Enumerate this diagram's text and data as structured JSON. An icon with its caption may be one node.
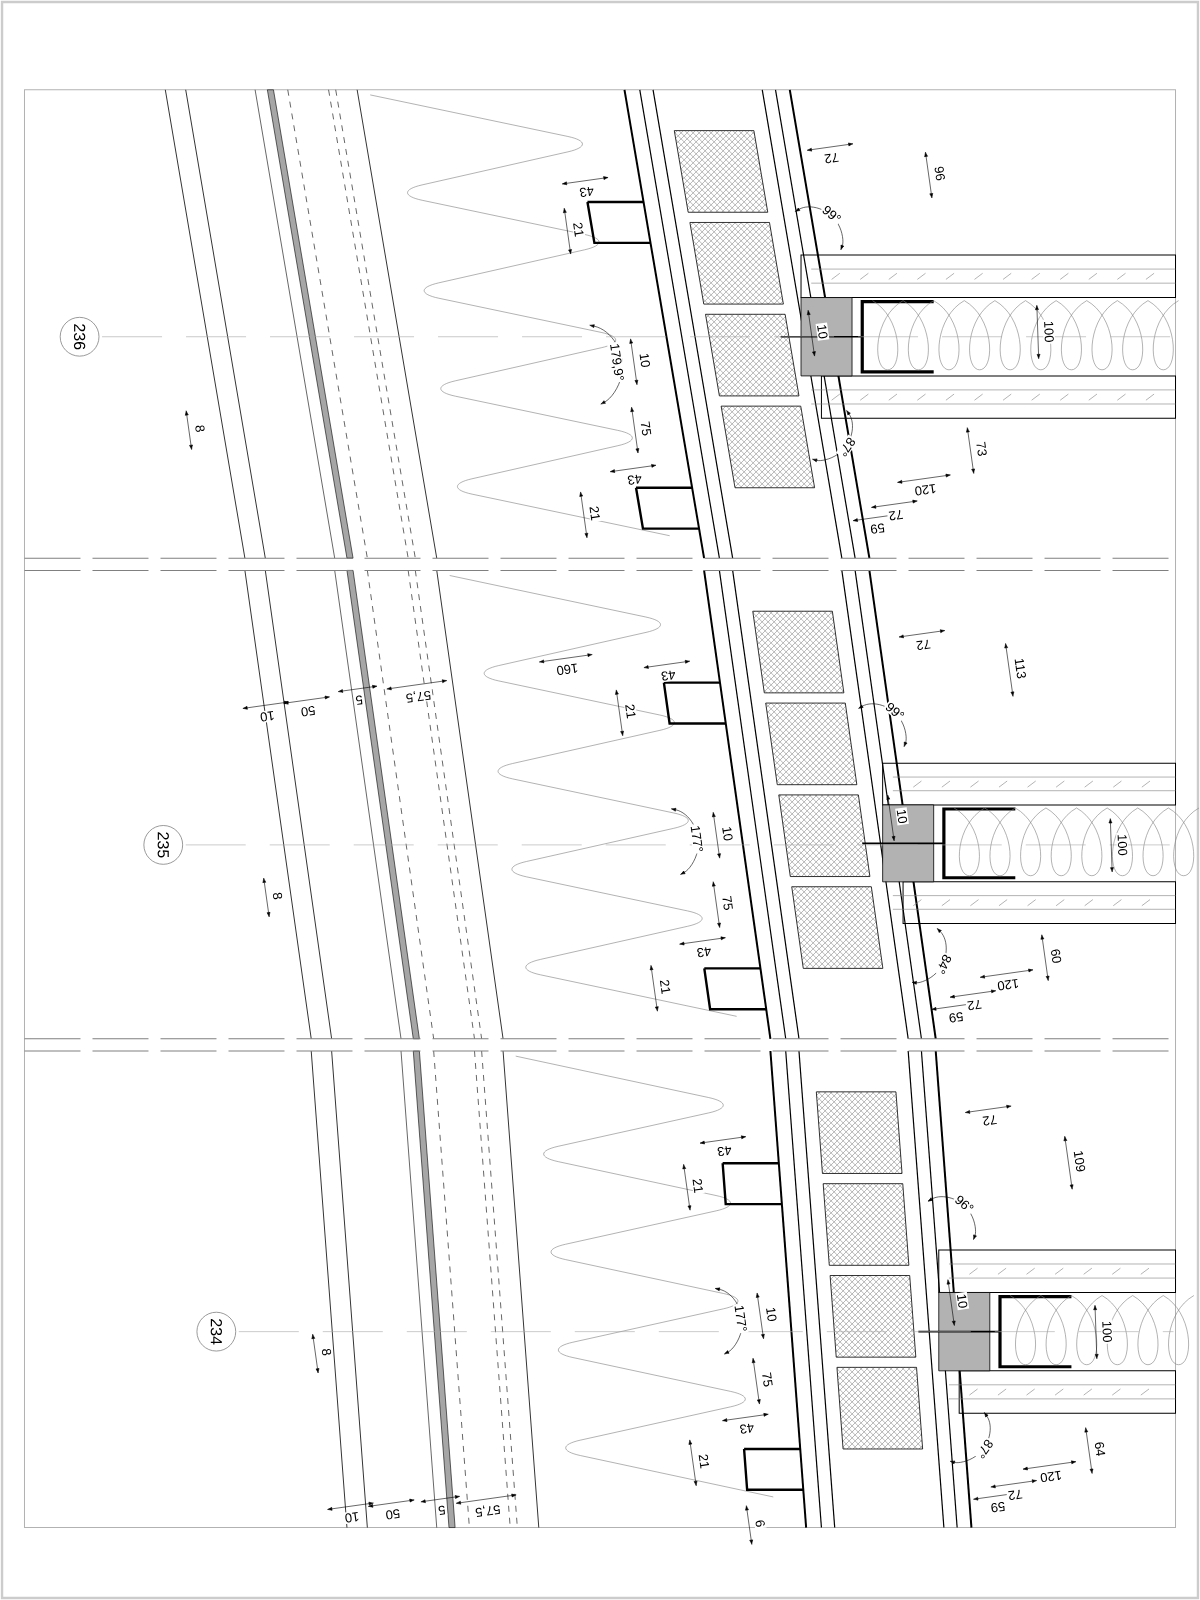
{
  "diagram": {
    "nodes": [
      {
        "text": [
          "236"
        ]
      },
      {
        "text": [
          "235"
        ]
      },
      {
        "text": [
          "234"
        ]
      }
    ],
    "labels": [
      "72",
      "96",
      "43",
      "99°",
      "21",
      "10",
      "100",
      "10",
      "179,9°",
      "75",
      "87°",
      "8",
      "73",
      "43",
      "120",
      "21",
      "72",
      "59",
      "72",
      "113",
      "160",
      "43",
      "10",
      "50",
      "5",
      "57,5",
      "21",
      "99°",
      "10",
      "10",
      "177°",
      "100",
      "8",
      "75",
      "43",
      "84°",
      "60",
      "21",
      "120",
      "72",
      "59",
      "72",
      "43",
      "109",
      "21",
      "96°",
      "10",
      "10",
      "177°",
      "100",
      "8",
      "75",
      "43",
      "87°",
      "21",
      "64",
      "120",
      "72",
      "59",
      "10",
      "50",
      "5",
      "57,5",
      "6"
    ]
  }
}
